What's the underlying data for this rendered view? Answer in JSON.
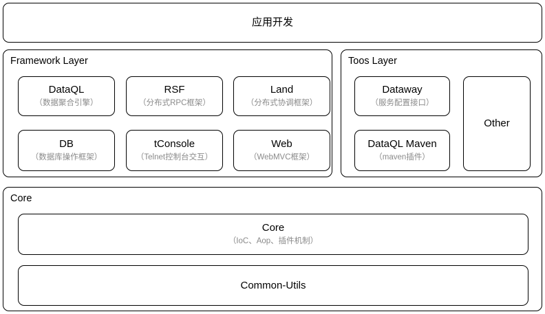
{
  "diagram": {
    "title_box": {
      "label": "应用开发"
    },
    "framework_layer": {
      "label": "Framework Layer",
      "cards": [
        {
          "title": "DataQL",
          "subtitle": "（数据聚合引擎）"
        },
        {
          "title": "RSF",
          "subtitle": "（分布式RPC框架）"
        },
        {
          "title": "Land",
          "subtitle": "（分布式协调框架）"
        },
        {
          "title": "DB",
          "subtitle": "（数据库操作框架）"
        },
        {
          "title": "tConsole",
          "subtitle": "（Telnet控制台交互）"
        },
        {
          "title": "Web",
          "subtitle": "（WebMVC框架）"
        }
      ]
    },
    "tools_layer": {
      "label": "Toos Layer",
      "cards": [
        {
          "title": "Dataway",
          "subtitle": "（服务配置接口）"
        },
        {
          "title": "DataQL Maven",
          "subtitle": "（maven插件）"
        },
        {
          "title": "Other",
          "subtitle": ""
        }
      ]
    },
    "core_layer": {
      "label": "Core",
      "cards": [
        {
          "title": "Core",
          "subtitle": "（IoC、Aop、插件机制）"
        },
        {
          "title": "Common-Utils",
          "subtitle": ""
        }
      ]
    },
    "colors": {
      "stroke": "#000000",
      "background": "#ffffff",
      "title_text": "#000000",
      "subtitle_text": "#8a8a8a"
    }
  }
}
